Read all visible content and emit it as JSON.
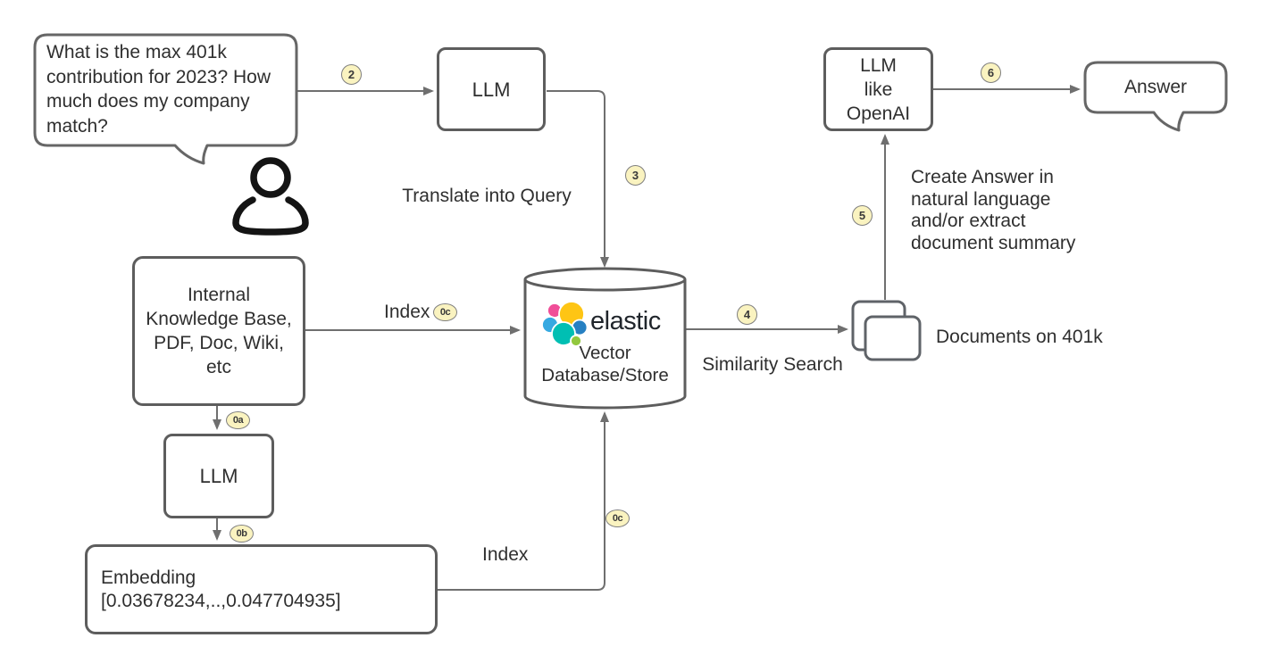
{
  "colors": {
    "node_border": "#5d5d5d",
    "connector": "#6f6f6f",
    "badge_fill": "#faf3c0",
    "badge_border": "#7f7f7f",
    "elastic_pink": "#f04e98",
    "elastic_yellow": "#fec514",
    "elastic_sky": "#36a9e1",
    "elastic_teal": "#00bfb3",
    "elastic_blue": "#2680c2",
    "elastic_green": "#92c83e"
  },
  "nodes": {
    "user_question": "What is the max 401k contribution for 2023? How much does my company match?",
    "llm_translate": "LLM",
    "llm_embed": "LLM",
    "llm_answer_lines": [
      "LLM",
      "like",
      "OpenAI"
    ],
    "knowledge_base_lines": [
      "Internal",
      "Knowledge Base,",
      "PDF, Doc, Wiki,",
      "etc"
    ],
    "embedding_lines": [
      "Embedding",
      "[0.03678234,..,0.047704935]"
    ],
    "vector_db": {
      "brand": "elastic",
      "label_line1": "Vector",
      "label_line2": "Database/Store"
    },
    "answer": "Answer",
    "documents_caption": "Documents on 401k"
  },
  "edge_labels": {
    "translate": "Translate into Query",
    "similarity_search": "Similarity Search",
    "index_top": "Index",
    "index_bottom": "Index",
    "create_answer_lines": [
      "Create Answer in",
      "natural language",
      "and/or extract",
      "document summary"
    ]
  },
  "badges": {
    "step_2": "2",
    "step_3": "3",
    "step_4": "4",
    "step_5": "5",
    "step_6": "6",
    "step_0a": "0a",
    "step_0b": "0b",
    "step_0c_index": "0c",
    "step_0c_embed": "0c"
  }
}
